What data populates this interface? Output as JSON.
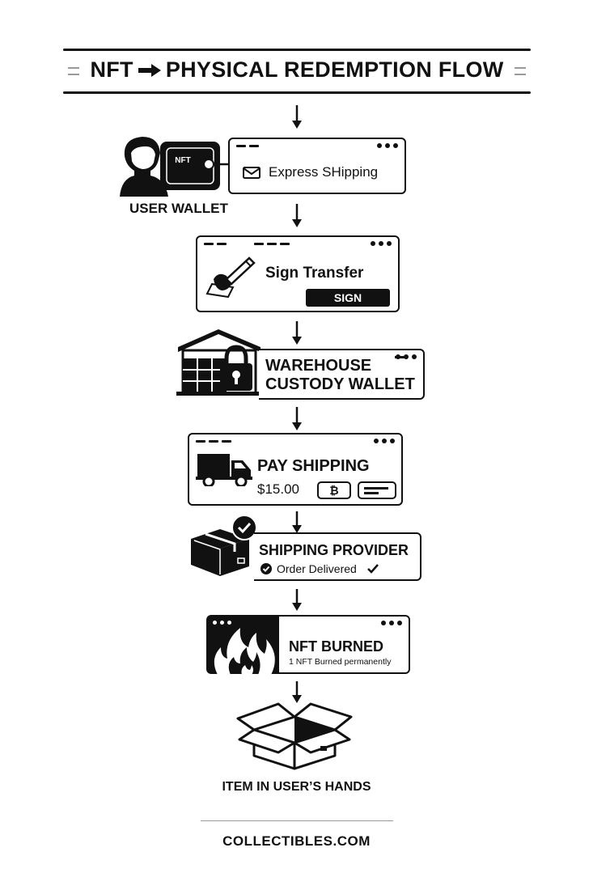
{
  "title": {
    "part1": "NFT",
    "part2": "PHYSICAL REDEMPTION FLOW"
  },
  "steps": {
    "wallet": {
      "badge": "NFT",
      "card_text": "Express SHipping",
      "caption": "USER WALLET"
    },
    "sign": {
      "title": "Sign Transfer",
      "button": "SIGN"
    },
    "warehouse": {
      "line1": "WAREHOUSE",
      "line2": "CUSTODY WALLET"
    },
    "pay": {
      "title": "PAY SHIPPING",
      "amount": "$15.00"
    },
    "provider": {
      "title": "SHIPPING PROVIDER",
      "status": "Order Delivered"
    },
    "burn": {
      "title": "NFT BURNED",
      "subtitle": "1 NFT Burned permanently"
    },
    "final": {
      "caption": "ITEM IN USER’S HANDS"
    }
  },
  "footer": {
    "brand": "COLLECTIBLES.COM"
  },
  "colors": {
    "ink": "#111111",
    "paper": "#ffffff"
  }
}
